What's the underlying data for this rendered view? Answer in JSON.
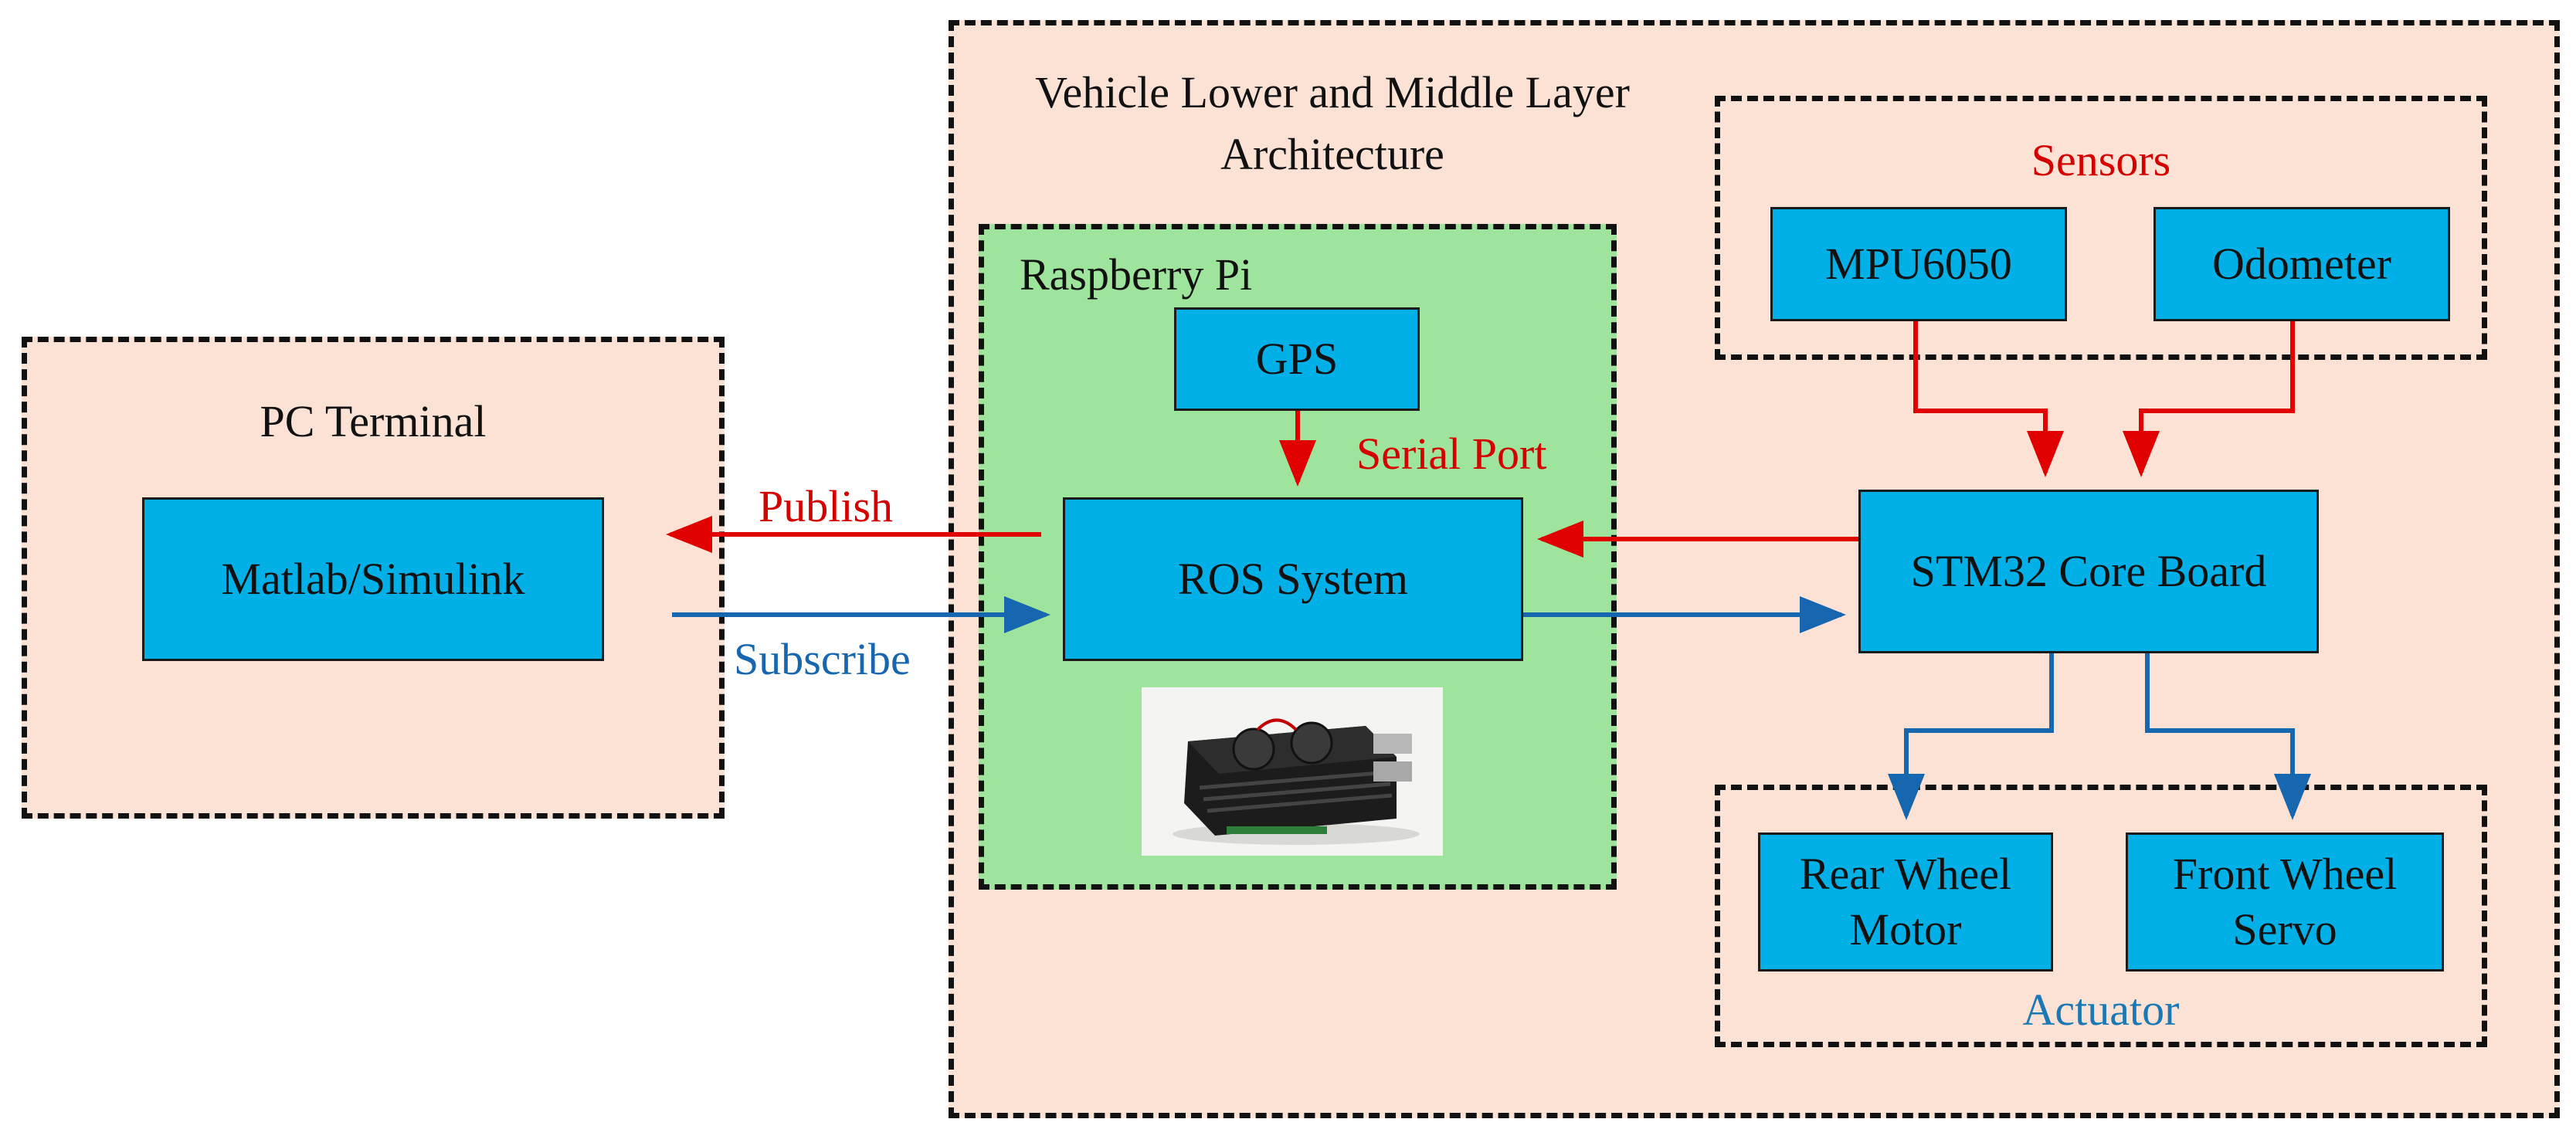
{
  "groups": {
    "vehicle_title": "Vehicle Lower and Middle Layer Architecture",
    "pc_terminal": "PC Terminal",
    "raspberry_pi": "Raspberry Pi",
    "sensors": "Sensors",
    "actuator": "Actuator"
  },
  "blocks": {
    "matlab": "Matlab/Simulink",
    "gps": "GPS",
    "ros": "ROS System",
    "stm32": "STM32 Core Board",
    "mpu6050": "MPU6050",
    "odometer": "Odometer",
    "rear_wheel_motor": "Rear Wheel Motor",
    "front_wheel_servo": "Front Wheel Servo"
  },
  "arrow_labels": {
    "publish": "Publish",
    "subscribe": "Subscribe",
    "serial_port": "Serial Port"
  },
  "colors": {
    "block_fill": "#00b0e6",
    "group_fill": "#fce1d5",
    "pi_fill": "#9fe49c",
    "red_arrow": "#e00000",
    "blue_arrow": "#1666b0"
  }
}
